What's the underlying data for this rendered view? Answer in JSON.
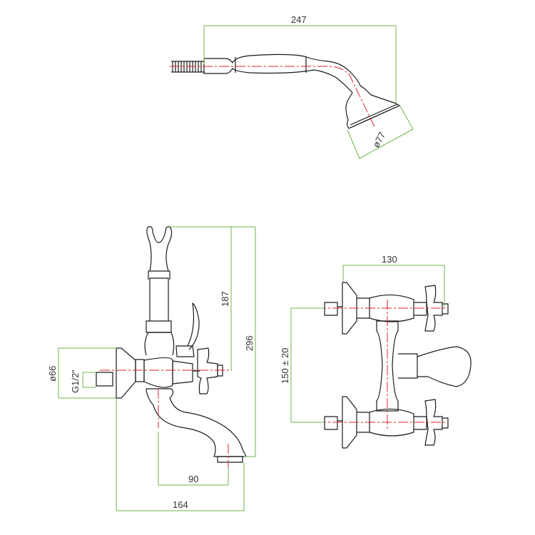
{
  "title": "Bath shower mixer technical drawing",
  "dimensions": {
    "shower_length": "247",
    "shower_head_diameter": "ø77",
    "holder_height": "187",
    "total_height": "296",
    "plate_diameter": "ø66",
    "thread": "G1/2\"",
    "spout_offset": "90",
    "projection": "164",
    "width": "130",
    "centers": "150 ± 20"
  },
  "colors": {
    "outline": "#1a1a1a",
    "dimension": "#6cb44c",
    "centerline": "#e0202a"
  }
}
